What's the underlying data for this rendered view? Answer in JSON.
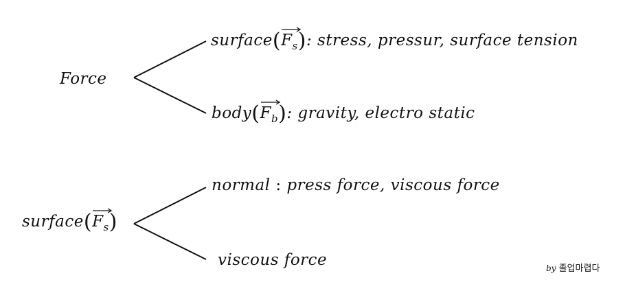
{
  "tree1": {
    "root": "Force",
    "branch_top": {
      "name": "surface",
      "vector_letter": "F",
      "vector_sub": "s",
      "separator": ":",
      "items": "stress, pressur, surface tension"
    },
    "branch_bottom": {
      "name": "body",
      "vector_letter": "F",
      "vector_sub": "b",
      "separator": ":",
      "items": "gravity, electro static"
    }
  },
  "tree2": {
    "root_name": "surface",
    "root_vector_letter": "F",
    "root_vector_sub": "s",
    "branch_top": {
      "name": "normal",
      "separator": ":",
      "items": "press force, viscous force"
    },
    "branch_bottom": {
      "name": "viscous force"
    }
  },
  "credit": {
    "by": "by",
    "author": "졸업마렵다"
  }
}
